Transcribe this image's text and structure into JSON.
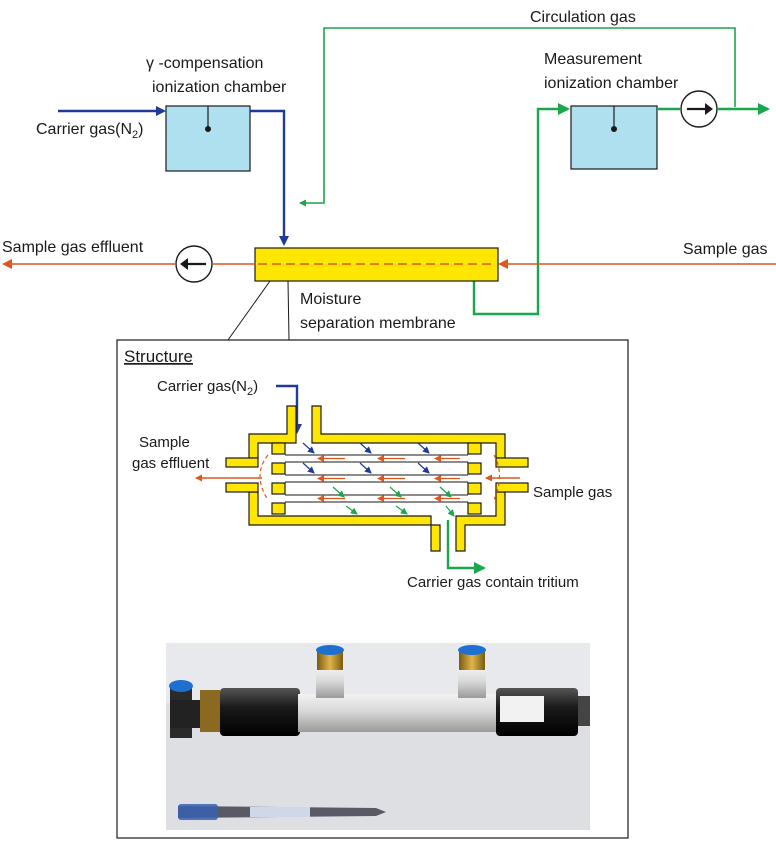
{
  "labels": {
    "circulation_gas": "Circulation gas",
    "gamma_comp_line1": "γ -compensation",
    "gamma_comp_line2": "ionization chamber",
    "measurement_line1": "Measurement",
    "measurement_line2": "ionization chamber",
    "carrier_gas_main": "Carrier gas(N",
    "carrier_gas_sub": "2",
    "carrier_gas_close": ")",
    "sample_gas_effluent": "Sample gas effluent",
    "sample_gas": "Sample gas",
    "moisture_line1": "Moisture",
    "moisture_line2": "separation membrane"
  },
  "structure": {
    "title": "Structure",
    "carrier_gas_main": "Carrier gas(N",
    "carrier_gas_sub": "2",
    "carrier_gas_close": ")",
    "sample_line1": "Sample",
    "sample_line2": "gas effluent",
    "sample_gas": "Sample gas",
    "carrier_tritium": "Carrier gas contain tritium"
  },
  "colors": {
    "blue_flow": "#1f3a9a",
    "green_flow": "#1aa64a",
    "orange_flow": "#e0561f",
    "chamber_fill": "#aee0f0",
    "membrane_fill": "#ffe600",
    "outline": "#1a1a1a"
  },
  "icons": [
    "pump-icon-left-arrow",
    "pump-icon-right-arrow"
  ],
  "photo": {
    "description_icon": "membrane-module-photo"
  }
}
